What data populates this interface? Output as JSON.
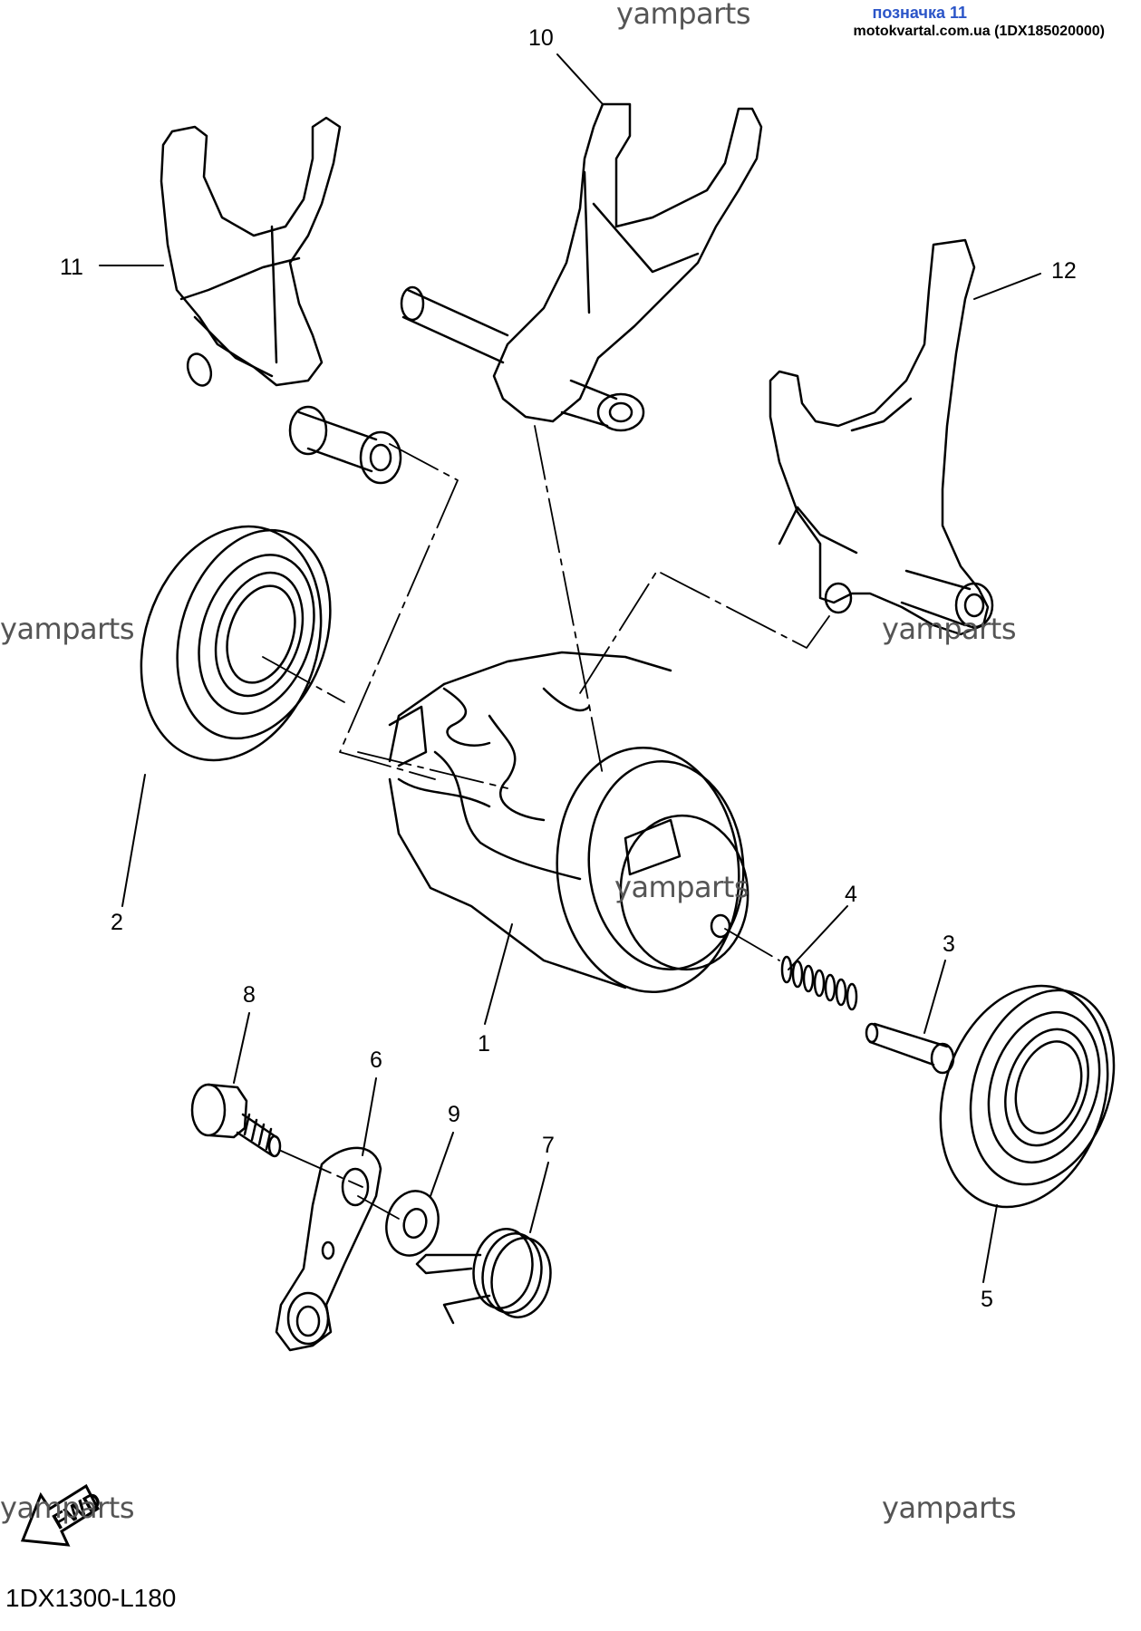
{
  "header": {
    "title": "позначка 11",
    "source": "motokvartal.com.ua (1DX185020000)"
  },
  "watermark": "yamparts",
  "diagram_code": "1DX1300-L180",
  "fwd_label": "FWD",
  "parts": [
    {
      "num": "1"
    },
    {
      "num": "2"
    },
    {
      "num": "3"
    },
    {
      "num": "4"
    },
    {
      "num": "5"
    },
    {
      "num": "6"
    },
    {
      "num": "7"
    },
    {
      "num": "8"
    },
    {
      "num": "9"
    },
    {
      "num": "10"
    },
    {
      "num": "11"
    },
    {
      "num": "12"
    }
  ]
}
